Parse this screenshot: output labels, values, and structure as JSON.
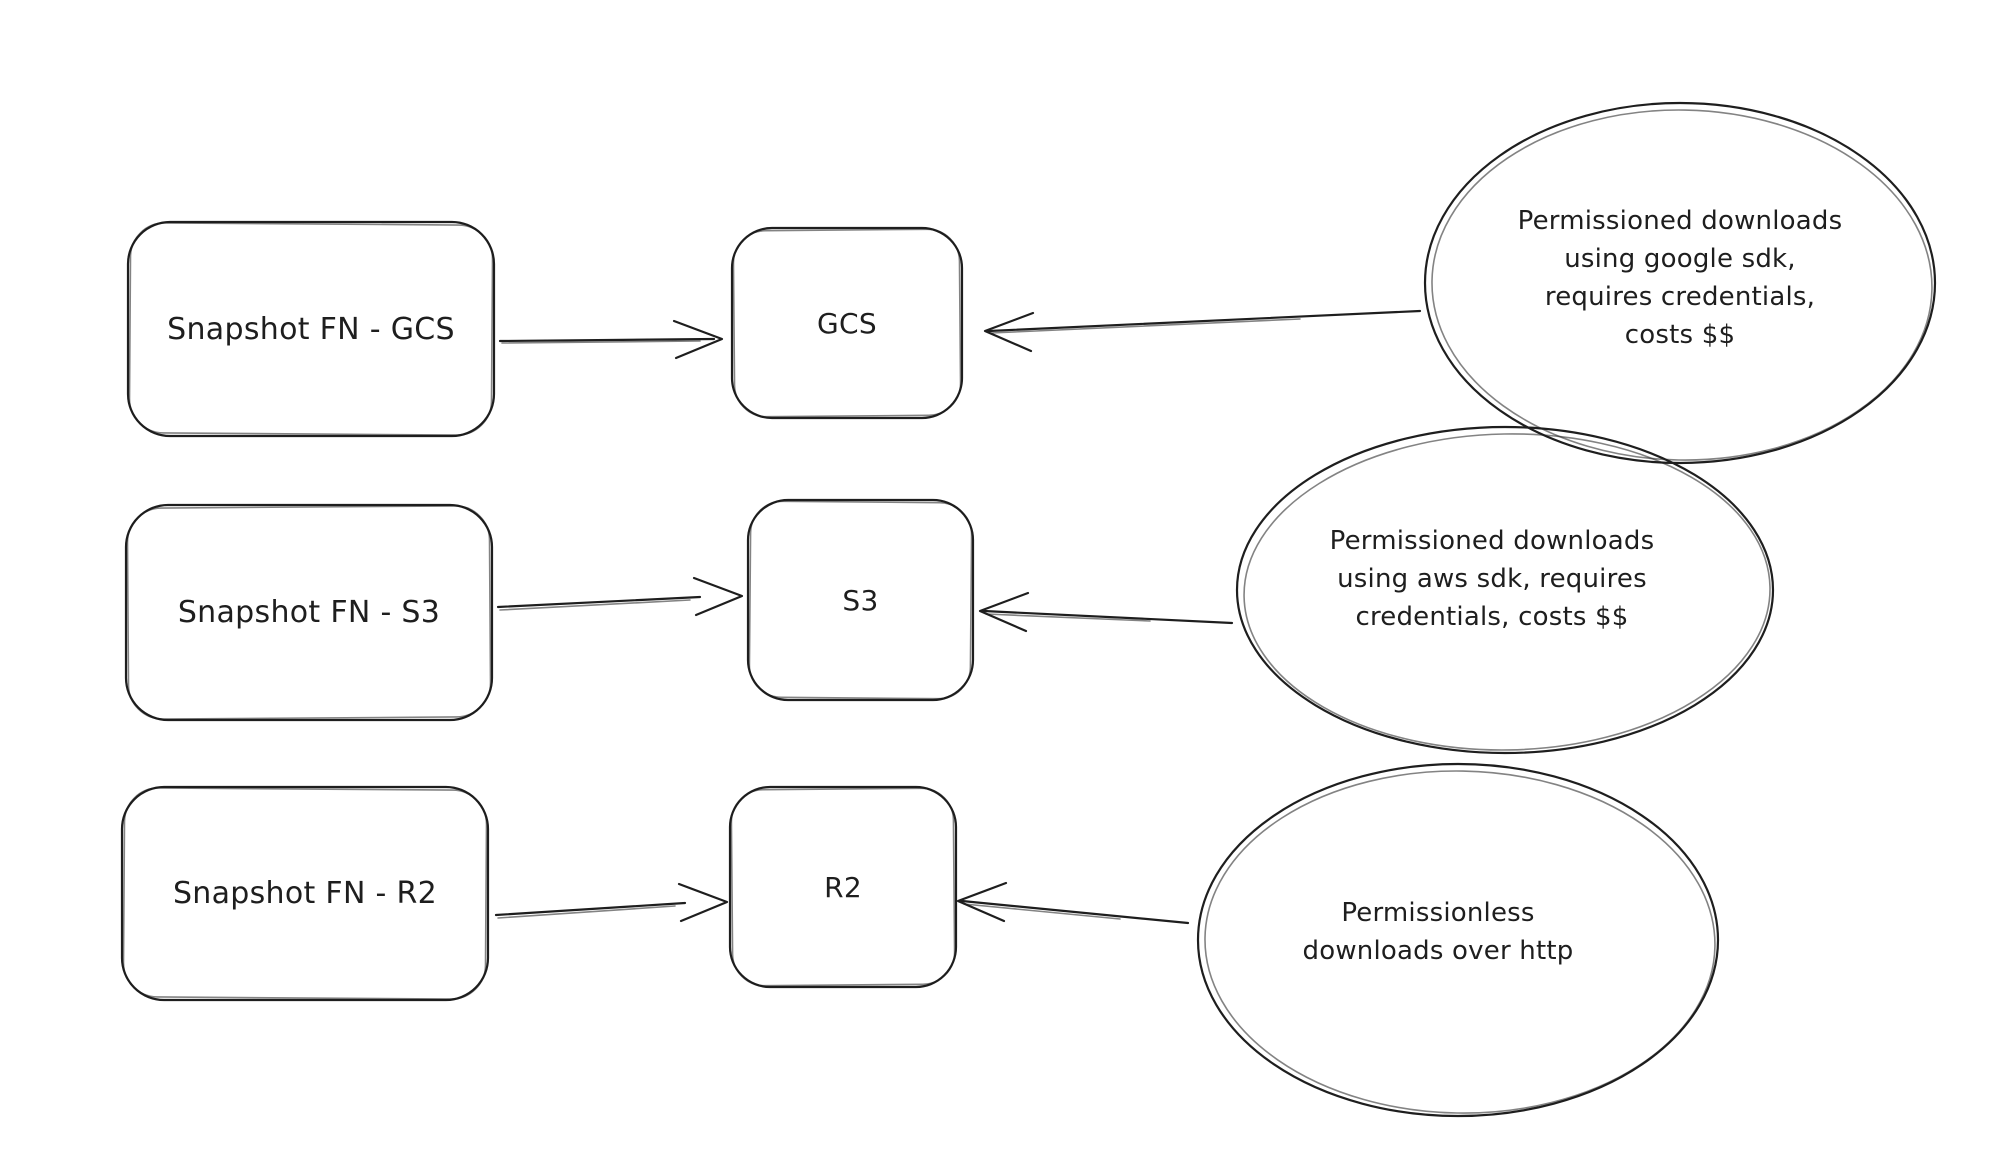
{
  "diagram": {
    "colors": {
      "background": "#ffffff",
      "stroke": "#1e1e1e",
      "text": "#1e1e1e"
    },
    "rows": [
      {
        "source_label": "Snapshot FN - GCS",
        "target_label": "GCS",
        "note_lines": [
          "Permissioned downloads",
          "using google sdk,",
          "requires credentials,",
          "costs $$"
        ]
      },
      {
        "source_label": "Snapshot FN - S3",
        "target_label": "S3",
        "note_lines": [
          "Permissioned downloads",
          "using aws sdk, requires",
          "credentials, costs $$"
        ]
      },
      {
        "source_label": "Snapshot FN - R2",
        "target_label": "R2",
        "note_lines": [
          "Permissionless",
          "downloads over http"
        ]
      }
    ]
  }
}
